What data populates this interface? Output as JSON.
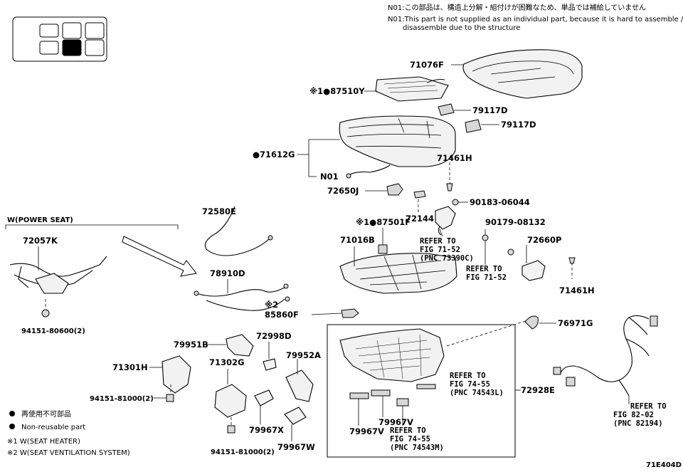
{
  "notes": {
    "n01_jp": "N01:この部品は、構造上分解・組付けが困難なため、単品では補給していません",
    "n01_en_1": "N01:This part is not supplied as an individual part, because it is hard to assemble /",
    "n01_en_2": "disassemble due to the structure"
  },
  "labels": {
    "p71076F": "71076F",
    "p87510Y": "※1●87510Y",
    "p79117D_a": "79117D",
    "p79117D_b": "79117D",
    "p71612G": "●71612G",
    "p71461H_a": "71461H",
    "pN01": "N01",
    "p72650J": "72650J",
    "p90183": "90183-06044",
    "p72144": "72144",
    "p87501F": "※1●87501F",
    "p71016B": "71016B",
    "p90179": "90179-08132",
    "p72660P": "72660P",
    "p71461H_b": "71461H",
    "p72580E": "72580E",
    "p72057K": "72057K",
    "p78910D": "78910D",
    "p85860F_pre": "※2",
    "p85860F": "85860F",
    "p94151_a": "94151-80600(2)",
    "p76971G": "76971G",
    "p79951B": "79951B",
    "p72998D": "72998D",
    "p79952A": "79952A",
    "p71301H": "71301H",
    "p71302G": "71302G",
    "p94151_b": "94151-81000(2)",
    "p94151_c": "94151-81000(2)",
    "p79967X": "79967X",
    "p79967W": "79967W",
    "p79967V_a": "79967V",
    "p79967V_b": "79967V",
    "p72928E": "72928E",
    "power_seat": "W(POWER SEAT)",
    "fig_id": "71E404D"
  },
  "refers": {
    "r71_52_73390C": [
      "REFER TO",
      "FIG 71-52",
      "(PNC 73390C)"
    ],
    "r71_52": [
      "REFER TO",
      "FIG 71-52"
    ],
    "r74_55_74543L": [
      "REFER TO",
      "FIG 74-55",
      "(PNC 74543L)"
    ],
    "r74_55_74543M": [
      "REFER TO",
      "FIG 74-55",
      "(PNC 74543M)"
    ],
    "r82_02_82194": [
      "REFER TO",
      "FIG 82-02",
      "(PNC 82194)"
    ]
  },
  "legend": {
    "nonreuse_jp": "再使用不可部品",
    "nonreuse_en": "Non-reusable part",
    "note1": "※1 W(SEAT HEATER)",
    "note2": "※2 W(SEAT VENTILATION  SYSTEM)"
  }
}
